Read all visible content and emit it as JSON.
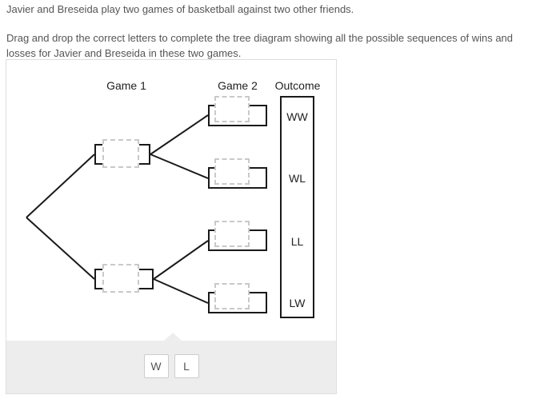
{
  "instructions": {
    "line1": "Javier and Breseida play two games of basketball against two other friends.",
    "line2": "Drag and drop the correct letters to complete the tree diagram showing all the possible sequences of wins and losses for Javier and Breseida in these two games."
  },
  "diagram": {
    "headers": {
      "game1": "Game 1",
      "game2": "Game 2",
      "outcome": "Outcome"
    },
    "outcomes": [
      "WW",
      "WL",
      "LL",
      "LW"
    ],
    "drop_zones": [
      "game1-top",
      "game1-bottom",
      "game2-after-win-win",
      "game2-after-win-loss",
      "game2-after-loss-loss",
      "game2-after-loss-win"
    ]
  },
  "tiles": [
    {
      "label": "W"
    },
    {
      "label": "L"
    }
  ],
  "colors": {
    "tree_line": "#1a1a1a",
    "drop_zone_dash": "#c9c9c9",
    "panel_border": "#dddddd",
    "tray_bg": "#ededed",
    "tile_border": "#cccccc",
    "text_body": "#555555",
    "text_dark": "#222222"
  }
}
